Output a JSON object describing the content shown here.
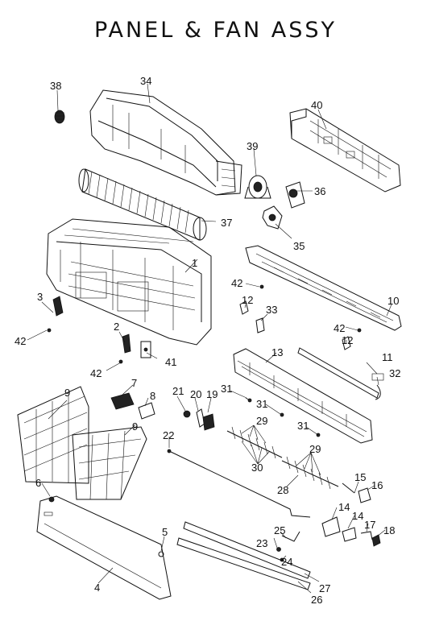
{
  "title": "PANEL & FAN ASSY",
  "callouts": [
    "1",
    "2",
    "3",
    "4",
    "5",
    "6",
    "7",
    "8",
    "9",
    "9",
    "10",
    "11",
    "12",
    "12",
    "13",
    "14",
    "14",
    "15",
    "16",
    "17",
    "18",
    "19",
    "20",
    "21",
    "22",
    "23",
    "24",
    "25",
    "26",
    "27",
    "28",
    "29",
    "29",
    "30",
    "31",
    "31",
    "31",
    "32",
    "33",
    "34",
    "35",
    "36",
    "37",
    "38",
    "39",
    "40",
    "41",
    "42",
    "42",
    "42",
    "42"
  ]
}
